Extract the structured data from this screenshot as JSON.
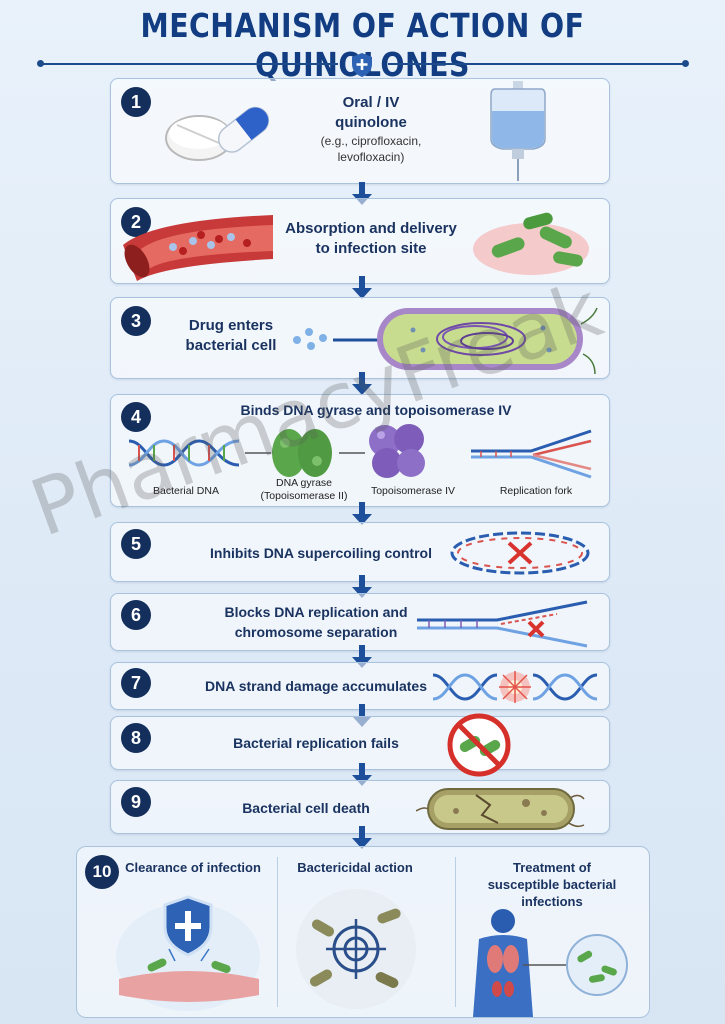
{
  "title": "MECHANISM OF ACTION OF QUINOLONES",
  "watermark": "PharmacyFreak",
  "steps": [
    {
      "num": "1",
      "title_line1": "Oral / IV",
      "title_line2": "quinolone",
      "sub_line1": "(e.g., ciprofloxacin,",
      "sub_line2": "levofloxacin)"
    },
    {
      "num": "2",
      "title_line1": "Absorption and delivery",
      "title_line2": "to infection site"
    },
    {
      "num": "3",
      "title_line1": "Drug enters",
      "title_line2": "bacterial cell"
    },
    {
      "num": "4",
      "title": "Binds DNA gyrase and topoisomerase IV",
      "labels": {
        "dna": "Bacterial DNA",
        "gyrase_1": "DNA gyrase",
        "gyrase_2": "(Topoisomerase II)",
        "topo4": "Topoisomerase IV",
        "fork": "Replication fork"
      }
    },
    {
      "num": "5",
      "title": "Inhibits DNA supercoiling control"
    },
    {
      "num": "6",
      "title_line1": "Blocks DNA replication and",
      "title_line2": "chromosome separation"
    },
    {
      "num": "7",
      "title": "DNA strand damage accumulates"
    },
    {
      "num": "8",
      "title": "Bacterial replication fails"
    },
    {
      "num": "9",
      "title": "Bacterial cell death"
    },
    {
      "num": "10",
      "col1": "Clearance of infection",
      "col2": "Bactericidal action",
      "col3_line1": "Treatment of",
      "col3_line2": "susceptible bacterial",
      "col3_line3": "infections"
    }
  ],
  "colors": {
    "navy": "#142f5c",
    "title": "#123d82",
    "border": "#a9c2de",
    "arrow": "#1d4f9a"
  }
}
